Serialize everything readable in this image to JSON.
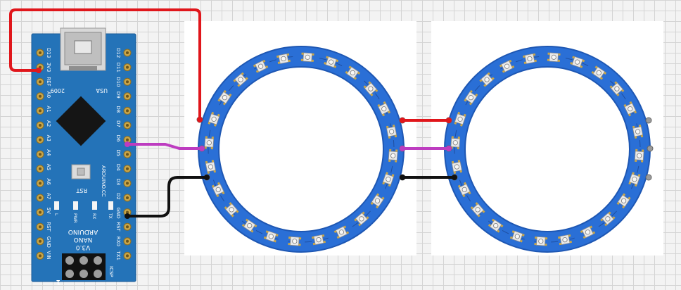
{
  "colors": {
    "board": "#2473b8",
    "board_dark": "#1a5a95",
    "ring": "#2a6fd6",
    "ring_edge": "#1e57b3",
    "pin_gold": "#c9a64a",
    "wire_red": "#e0161b",
    "wire_magenta": "#bd3cc0",
    "wire_black": "#111111",
    "led_body": "#e9e9e9"
  },
  "nano": {
    "left_pins": [
      "D13",
      "3V3",
      "REF",
      "A0",
      "A1",
      "A2",
      "A3",
      "A4",
      "A5",
      "A6",
      "A7",
      "5V",
      "RST",
      "GND",
      "VIN"
    ],
    "right_pins": [
      "D12",
      "D11",
      "D10",
      "D9",
      "D8",
      "D7",
      "D6",
      "D5",
      "D4",
      "D3",
      "D2",
      "GND",
      "RST",
      "RX0",
      "TX1"
    ],
    "year": "2009",
    "usa": "USA",
    "rst": "RST",
    "site": "ARDUINO.CC",
    "led_labels": [
      "L",
      "PWR",
      "RX",
      "TX"
    ],
    "name_lines": [
      "ARDUINO",
      "NANO",
      "V3.0"
    ],
    "icsp": "ICSP",
    "one": "1"
  },
  "rings": [
    {
      "name": "neopixel-ring-1",
      "leds": 24
    },
    {
      "name": "neopixel-ring-2",
      "leds": 24
    }
  ],
  "wires": [
    {
      "name": "wire-5v",
      "color": "red",
      "from": "3V3",
      "to": "ring-1 power in"
    },
    {
      "name": "wire-data",
      "color": "magenta",
      "from": "D6",
      "to": "ring-1 data in"
    },
    {
      "name": "wire-gnd",
      "color": "black",
      "from": "GND",
      "to": "ring-1 ground"
    },
    {
      "name": "wire-chain-power",
      "color": "red",
      "from": "ring-1",
      "to": "ring-2"
    },
    {
      "name": "wire-chain-data",
      "color": "magenta",
      "from": "ring-1",
      "to": "ring-2"
    },
    {
      "name": "wire-chain-ground",
      "color": "black",
      "from": "ring-1",
      "to": "ring-2"
    }
  ]
}
